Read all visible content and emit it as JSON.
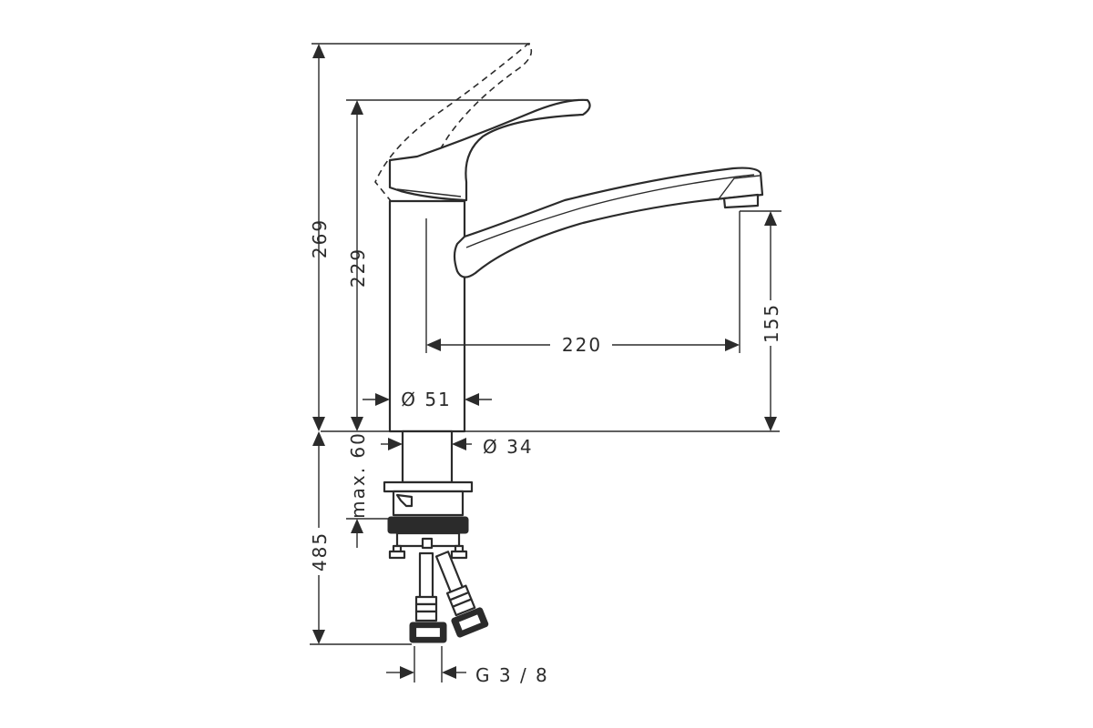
{
  "dimensions": {
    "total_height": "269",
    "body_height": "229",
    "spout_reach": "220",
    "spout_clearance": "155",
    "body_diameter": "Ø 51",
    "shank_diameter": "Ø 34",
    "max_deck_thickness": "max. 60",
    "hose_length": "485",
    "connection_thread": "G 3 / 8"
  },
  "colors": {
    "line": "#2b2b2b",
    "background": "#ffffff"
  }
}
